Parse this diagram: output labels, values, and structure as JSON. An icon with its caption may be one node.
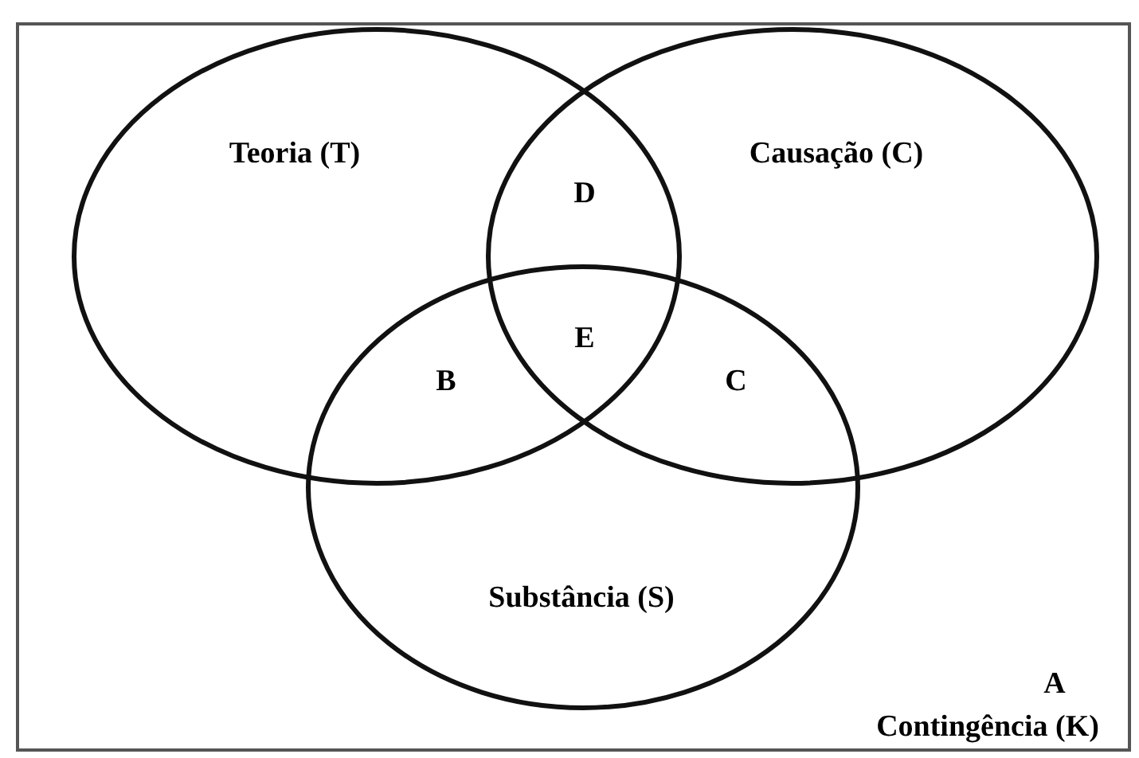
{
  "diagram": {
    "nodes": [
      {
        "text": [
          "Teoria (T)"
        ]
      },
      {
        "text": [
          "Causação (C)"
        ]
      },
      {
        "text": [
          "Substância (S)"
        ]
      }
    ],
    "edges": [],
    "labels": [
      "D",
      "E",
      "B",
      "C",
      "A",
      "Contingência (K)"
    ]
  }
}
